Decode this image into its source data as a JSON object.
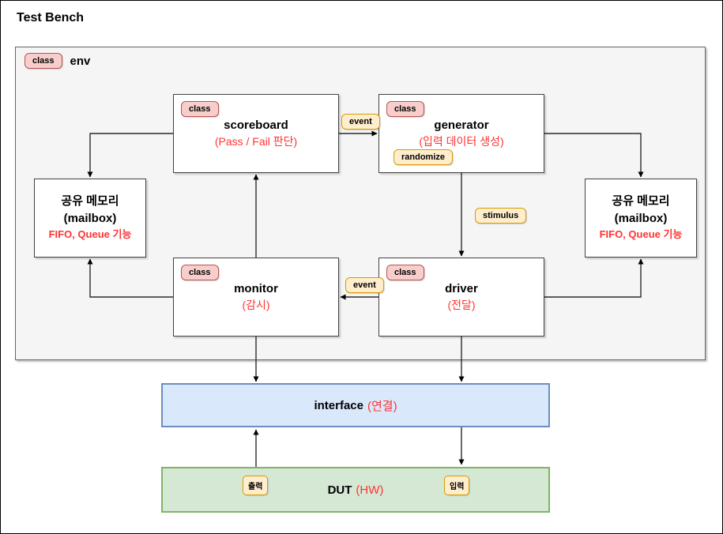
{
  "title": "Test Bench",
  "env": {
    "badge": "class",
    "label": "env"
  },
  "nodes": {
    "scoreboard": {
      "badge": "class",
      "title": "scoreboard",
      "subtitle": "(Pass / Fail 판단)"
    },
    "generator": {
      "badge": "class",
      "title": "generator",
      "subtitle": "(입력 데이터 생성)",
      "tag": "randomize"
    },
    "monitor": {
      "badge": "class",
      "title": "monitor",
      "subtitle": "(감시)"
    },
    "driver": {
      "badge": "class",
      "title": "driver",
      "subtitle": "(전달)"
    },
    "mailbox_left": {
      "line1": "공유 메모리",
      "line2": "(mailbox)",
      "line3": "FIFO, Queue 기능"
    },
    "mailbox_right": {
      "line1": "공유 메모리",
      "line2": "(mailbox)",
      "line3": "FIFO, Queue 기능"
    },
    "interface": {
      "title": "interface",
      "subtitle": "(연결)"
    },
    "dut": {
      "title": "DUT",
      "subtitle": "(HW)",
      "badge_output": "출력",
      "badge_input": "입력"
    }
  },
  "edge_labels": {
    "event_top": "event",
    "event_bottom": "event",
    "stimulus": "stimulus"
  },
  "colors": {
    "class_badge_bg": "#f8cecc",
    "class_badge_border": "#b85450",
    "tag_badge_bg": "#ffeecd",
    "tag_badge_border": "#d79b00",
    "interface_bg": "#dae8fc",
    "interface_border": "#6c8ebf",
    "dut_bg": "#d5e8d4",
    "dut_border": "#82b366",
    "env_bg": "#f5f5f5",
    "red_text": "#ff3333"
  }
}
